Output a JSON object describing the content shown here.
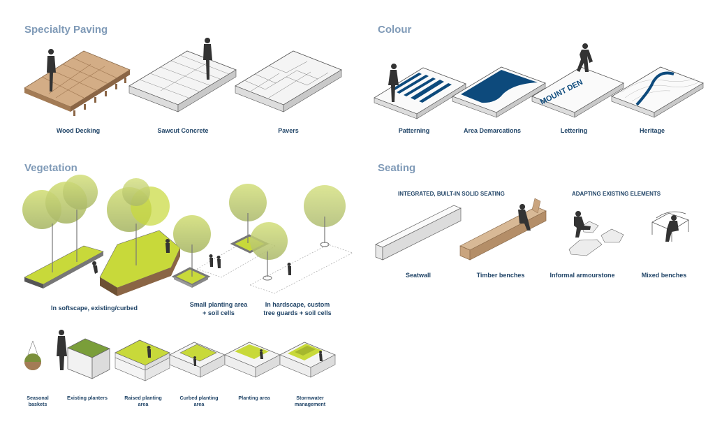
{
  "sections": {
    "specialty_paving": "Specialty Paving",
    "colour": "Colour",
    "vegetation": "Vegetation",
    "seating": "Seating"
  },
  "paving": [
    "Wood Decking",
    "Sawcut Concrete",
    "Pavers"
  ],
  "colour_items": [
    "Patterning",
    "Area Demarcations",
    "Lettering",
    "Heritage"
  ],
  "lettering_text": "MOUNT DEN",
  "vegetation_items": {
    "softscape": "In softscape, existing/curbed",
    "small_planting": [
      "Small planting area",
      "+ soil cells"
    ],
    "hardscape": [
      "In hardscape, custom",
      "tree guards + soil cells"
    ]
  },
  "planting_types": [
    [
      "Seasonal",
      "baskets"
    ],
    [
      "Existing planters"
    ],
    [
      "Raised planting",
      "area"
    ],
    [
      "Curbed planting",
      "area"
    ],
    [
      "Planting area"
    ],
    [
      "Stormwater",
      "management"
    ]
  ],
  "seating": {
    "integrated_title": "INTEGRATED, BUILT-IN SOLID SEATING",
    "adapting_title": "ADAPTING EXISTING ELEMENTS",
    "items": [
      "Seatwall",
      "Timber benches",
      "Informal armourstone",
      "Mixed benches"
    ]
  },
  "colors": {
    "heading": "#7f9ab7",
    "label": "#1f4366",
    "navy": "#0d4a7c",
    "green": "#c8d93a",
    "wood": "#c9a47e"
  }
}
